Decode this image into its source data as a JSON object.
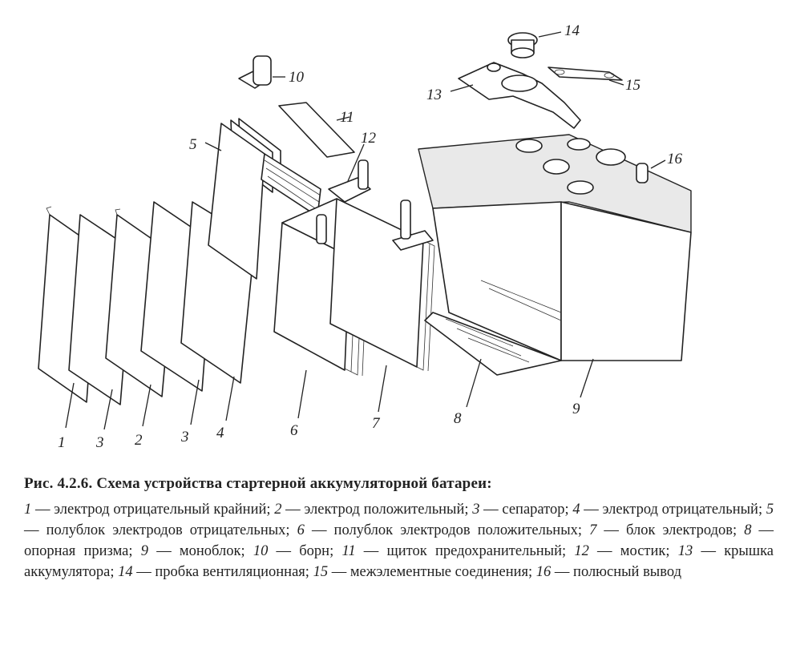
{
  "figure": {
    "labels": [
      "1",
      "3",
      "2",
      "3",
      "4",
      "5",
      "6",
      "7",
      "8",
      "9",
      "10",
      "11",
      "12",
      "13",
      "14",
      "15",
      "16"
    ]
  },
  "caption": {
    "title": "Рис. 4.2.6. Схема устройства стартерной аккумуляторной батареи:",
    "items": [
      {
        "n": "1",
        "text": "электрод отрицательный крайний"
      },
      {
        "n": "2",
        "text": "электрод положительный"
      },
      {
        "n": "3",
        "text": "сепаратор"
      },
      {
        "n": "4",
        "text": "электрод отрицательный"
      },
      {
        "n": "5",
        "text": "полублок электродов отрицательных"
      },
      {
        "n": "6",
        "text": "полублок электродов положительных"
      },
      {
        "n": "7",
        "text": "блок электродов"
      },
      {
        "n": "8",
        "text": "опорная призма"
      },
      {
        "n": "9",
        "text": "моноблок"
      },
      {
        "n": "10",
        "text": "борн"
      },
      {
        "n": "11",
        "text": "щиток предохранительный"
      },
      {
        "n": "12",
        "text": "мостик"
      },
      {
        "n": "13",
        "text": "крышка аккумулятора"
      },
      {
        "n": "14",
        "text": "пробка вентиляционная"
      },
      {
        "n": "15",
        "text": "межэлементные соединения"
      },
      {
        "n": "16",
        "text": "полюсный вывод"
      }
    ]
  }
}
